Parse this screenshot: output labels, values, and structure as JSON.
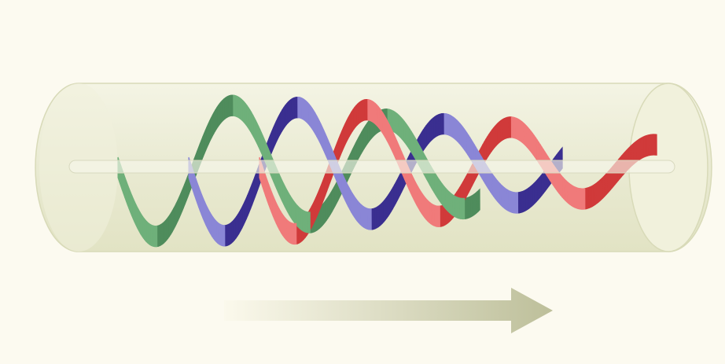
{
  "diagram": {
    "colors": {
      "background": "#fcfaf0",
      "cylinder_body": "#e9ead0",
      "cylinder_edge": "#d8dab8",
      "cylinder_end": "#f1f1dc",
      "axis_rod": "#f6f6ea",
      "arrow_start": "#fbf9ec",
      "arrow_end": "#bdbf9a",
      "helix_green_front": "#6fb07a",
      "helix_green_back": "#4f8c5c",
      "helix_blue_front": "#8a86d6",
      "helix_blue_back": "#3a2f90",
      "helix_red_front": "#f07a7a",
      "helix_red_back": "#d03a3a"
    },
    "helices": [
      {
        "name": "green-helix",
        "color": "green"
      },
      {
        "name": "blue-helix",
        "color": "blue"
      },
      {
        "name": "red-helix",
        "color": "red"
      }
    ],
    "direction_arrow": "right"
  }
}
